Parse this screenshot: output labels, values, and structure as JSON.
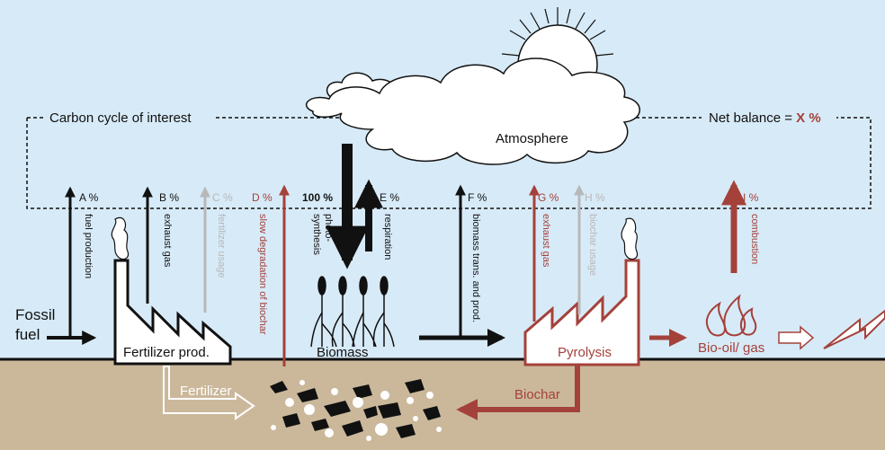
{
  "labels": {
    "cycle_of_interest": "Carbon cycle of interest",
    "net_balance_prefix": "Net balance =",
    "net_balance_value": "X %",
    "atmosphere": "Atmosphere",
    "fossil_line1": "Fossil",
    "fossil_line2": "fuel",
    "fertilizer_prod": "Fertilizer prod.",
    "biomass": "Biomass",
    "pyrolysis": "Pyrolysis",
    "bio_oil_gas": "Bio-oil/ gas",
    "fertilizer": "Fertilizer",
    "biochar": "Biochar"
  },
  "flows": [
    {
      "key": "A",
      "pct": "A %",
      "desc": "fuel production"
    },
    {
      "key": "B",
      "pct": "B %",
      "desc": "exhaust gas"
    },
    {
      "key": "C",
      "pct": "C %",
      "desc": "fertilizer usage"
    },
    {
      "key": "D",
      "pct": "D %",
      "desc": "slow degradation of biochar"
    },
    {
      "key": "P",
      "pct": "100 %",
      "desc1": "photo-",
      "desc2": "synthesis"
    },
    {
      "key": "E",
      "pct": "E %",
      "desc": "respiration"
    },
    {
      "key": "F",
      "pct": "F %",
      "desc": "biomass trans. and prod."
    },
    {
      "key": "G",
      "pct": "G %",
      "desc": "exhaust gas"
    },
    {
      "key": "H",
      "pct": "H %",
      "desc": "biochar usage"
    },
    {
      "key": "I",
      "pct": "I %",
      "desc": "combustion"
    }
  ],
  "colors": {
    "sky": "#d7eaf7",
    "soil": "#cbb89b",
    "black": "#111111",
    "brown": "#a4413a",
    "gray": "#b8b8b8",
    "white": "#ffffff"
  },
  "icons": [
    "sun-icon",
    "cloud-icon",
    "factory-icon",
    "smoke-icon",
    "plant-icon",
    "flame-icon",
    "lightning-icon",
    "biochar-particles-icon"
  ]
}
